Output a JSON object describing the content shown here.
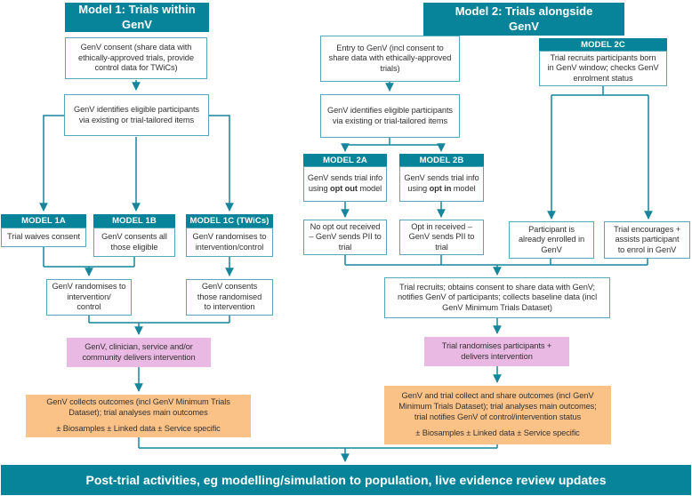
{
  "colors": {
    "teal": "#078499",
    "border": "#54a8ba",
    "arrow": "#15869c",
    "pink": "#e9b8e3",
    "orange": "#fbc287",
    "text": "#333333"
  },
  "model1": {
    "title": "Model 1: Trials within\nGenV",
    "consent": "GenV consent (share data with\nethically-approved trials, provide\ncontrol data for TWiCs)",
    "identify": "GenV identifies eligible participants\nvia existing or trial-tailored items",
    "m1a": {
      "header": "MODEL 1A",
      "body": "Trial waives consent"
    },
    "m1b": {
      "header": "MODEL 1B",
      "body": "GenV consents all\nthose eligible"
    },
    "m1c": {
      "header": "MODEL 1C (TWiCs)",
      "body": "GenV randomises to\nintervention/control"
    },
    "randomises": "GenV randomises to\nintervention/\ncontrol",
    "consents_randomised": "GenV consents\nthose randomised\nto intervention",
    "delivers": "GenV, clinician, service and/or\ncommunity delivers intervention",
    "outcomes_main": "GenV collects outcomes (incl GenV Minimum Trials\nDataset); trial analyses main outcomes",
    "outcomes_extra": "± Biosamples ± Linked data ± Service specific"
  },
  "model2": {
    "title": "Model 2: Trials alongside\nGenV",
    "entry": "Entry to GenV (incl consent to\nshare data with ethically-approved\ntrials)",
    "identify": "GenV identifies eligible participants\nvia existing or trial-tailored items",
    "m2a": {
      "header": "MODEL 2A",
      "body_prefix": "GenV sends trial info\nusing ",
      "body_bold": "opt out",
      "body_suffix": " model"
    },
    "m2b": {
      "header": "MODEL 2B",
      "body_prefix": "GenV sends trial info\nusing ",
      "body_bold": "opt in",
      "body_suffix": " model"
    },
    "m2c": {
      "header": "MODEL 2C",
      "body": "Trial recruits participants born\nin GenV window; checks GenV\nenrolment status"
    },
    "no_opt_out": "No opt out received\n– GenV sends PII to\ntrial",
    "opt_in": "Opt in received –\nGenV sends PII to\ntrial",
    "already_enrolled": "Participant is\nalready enrolled in\nGenV",
    "encourages": "Trial encourages +\nassists participant\nto enrol in GenV",
    "recruits": "Trial recruits; obtains consent to share data with GenV;\nnotifies GenV of participants; collects baseline data (incl\nGenV Minimum Trials Dataset)",
    "randomises": "Trial randomises participants +\ndelivers intervention",
    "outcomes_main": "GenV and trial collect and share outcomes (incl GenV\nMinimum Trials Dataset); trial analyses main outcomes;\ntrial notifies GenV of control/intervention status",
    "outcomes_extra": "± Biosamples ± Linked data ± Service specific"
  },
  "footer": {
    "banner": "Post-trial activities, eg modelling/simulation to population, live evidence review updates"
  }
}
